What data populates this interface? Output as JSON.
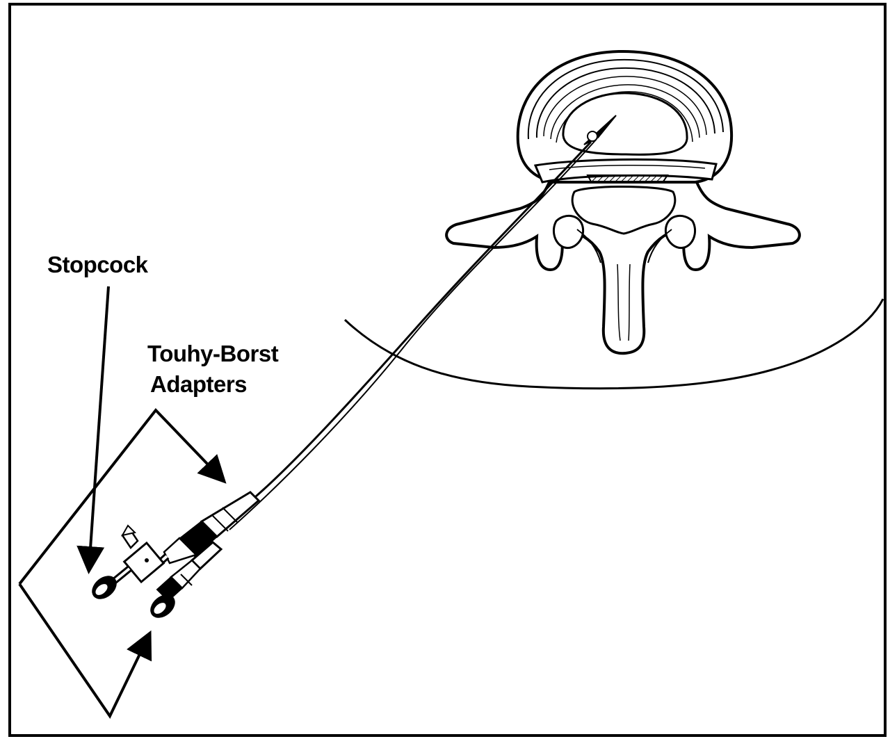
{
  "labels": {
    "stopcock": "Stopcock",
    "adapters_line1": "Touhy-Borst",
    "adapters_line2": "Adapters"
  },
  "colors": {
    "ink": "#000000",
    "paper": "#ffffff"
  }
}
